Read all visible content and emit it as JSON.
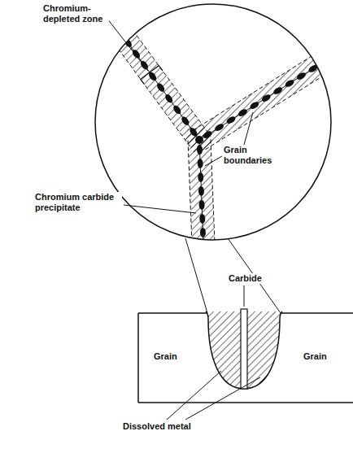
{
  "diagram": {
    "labels": [
      "Chromium-depleted zone",
      "Grain boundaries",
      "Chromium carbide precipitate",
      "Carbide",
      "Grain",
      "Grain",
      "Dissolved metal"
    ]
  }
}
